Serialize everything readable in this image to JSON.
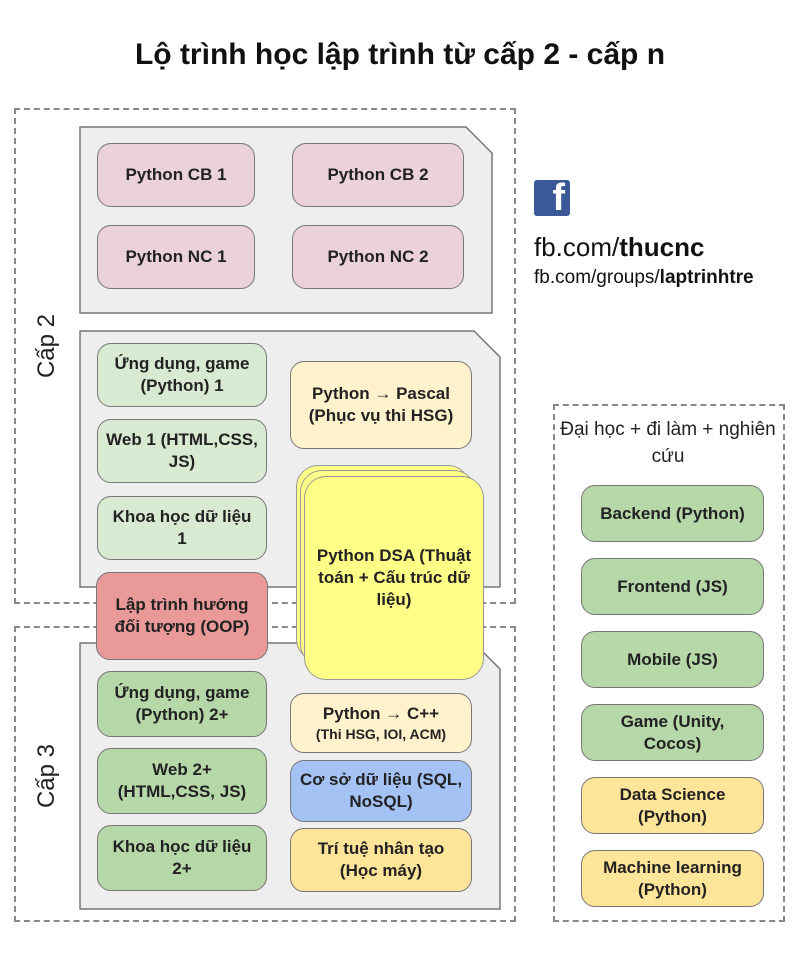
{
  "title": "Lộ trình học lập trình từ cấp 2 - cấp n",
  "facebook": {
    "icon": "facebook-icon",
    "profile_prefix": "fb.com/",
    "profile_name": "thucnc",
    "group_prefix": "fb.com/groups/",
    "group_name": "laptrinhtre"
  },
  "cap2": {
    "label": "Cấp 2",
    "python_courses": [
      "Python CB 1",
      "Python CB 2",
      "Python NC 1",
      "Python NC 2"
    ],
    "track_left": [
      "Ứng dụng, game (Python) 1",
      "Web 1 (HTML,CSS, JS)",
      "Khoa học dữ liệu 1"
    ],
    "pascal": "Python → Pascal (Phục vụ thi HSG)"
  },
  "oop": "Lập trình hướng đối tượng (OOP)",
  "dsa": "Python DSA (Thuật toán + Cấu trúc dữ liệu)",
  "cap3": {
    "label": "Cấp 3",
    "track_left": [
      "Ứng dụng, game (Python) 2+",
      "Web 2+ (HTML,CSS, JS)",
      "Khoa học dữ liệu 2+"
    ],
    "cpp": "Python → C++",
    "cpp_sub": "(Thi HSG,  IOI, ACM)",
    "database": "Cơ sở dữ liệu (SQL, NoSQL)",
    "ai": "Trí tuệ nhân tạo (Học máy)"
  },
  "university": {
    "heading": "Đại học + đi làm + nghiên cứu",
    "items": [
      "Backend (Python)",
      "Frontend (JS)",
      "Mobile (JS)",
      "Game (Unity, Cocos)",
      "Data Science (Python)",
      "Machine learning (Python)"
    ]
  },
  "colors": {
    "python_box": "#ead1dc",
    "cap2_track": "#d9ead3",
    "cap3_track": "#b6d7a8",
    "oop": "#ea9999",
    "pascal_cpp": "#fff2cc",
    "database": "#a4c2f4",
    "ai_ds_ml": "#ffe599",
    "dsa": "#ffff88",
    "facebook": "#3b5998"
  }
}
